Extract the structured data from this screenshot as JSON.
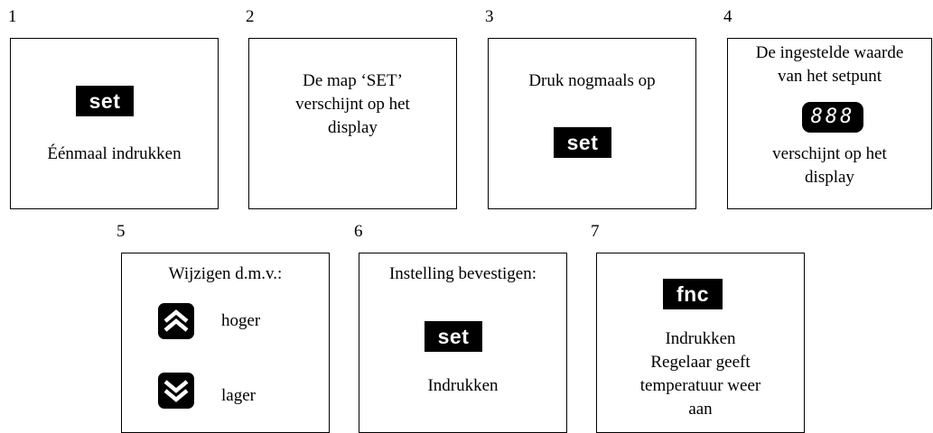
{
  "steps": [
    {
      "number": "1",
      "key": "set",
      "text": "Éénmaal indrukken"
    },
    {
      "number": "2",
      "line1": "De map ‘SET’",
      "line2": "verschijnt op het",
      "line3": "display"
    },
    {
      "number": "3",
      "text": "Druk nogmaals op",
      "key": "set"
    },
    {
      "number": "4",
      "line1": "De ingestelde waarde",
      "line2": "van het setpunt",
      "display": "888",
      "line3": "verschijnt op het",
      "line4": "display"
    },
    {
      "number": "5",
      "title": "Wijzigen d.m.v.:",
      "up_label": "hoger",
      "down_label": "lager"
    },
    {
      "number": "6",
      "title": "Instelling bevestigen:",
      "key": "set",
      "text": "Indrukken"
    },
    {
      "number": "7",
      "key": "fnc",
      "line1": "Indrukken",
      "line2": "Regelaar geeft",
      "line3": "temperatuur weer",
      "line4": "aan"
    }
  ],
  "icons": {
    "up": "double-chevron-up-icon",
    "down": "double-chevron-down-icon"
  }
}
